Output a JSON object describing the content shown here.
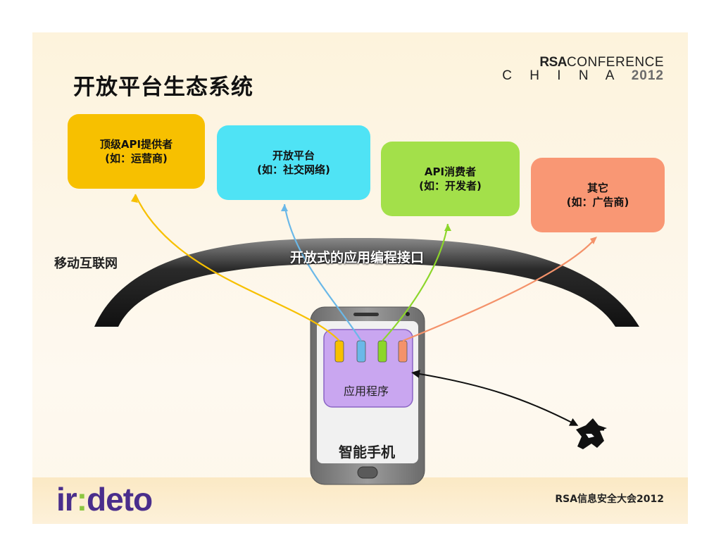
{
  "slide": {
    "title": "开放平台生态系统",
    "brand": {
      "line1_bold": "RSA",
      "line1_rest": "CONFERENCE",
      "line2_letters": "C H I N A",
      "line2_year": "2012"
    },
    "boxes": [
      {
        "line1": "顶级API提供者",
        "line2": "(如：运营商)",
        "color": "#f7c000"
      },
      {
        "line1": "开放平台",
        "line2": "(如：社交网络)",
        "color": "#4fe3f5"
      },
      {
        "line1": "API消费者",
        "line2": "(如：开发者)",
        "color": "#a3e04a"
      },
      {
        "line1": "其它",
        "line2": "(如：广告商)",
        "color": "#f99774"
      }
    ],
    "mobile_internet": "移动互联网",
    "api_arc_label": "开放式的应用编程接口",
    "app_label": "应用程序",
    "phone_label": "智能手机",
    "connector_colors": [
      "#f7c000",
      "#6ab8e8",
      "#8cd62a",
      "#f4926a"
    ],
    "attacker_icon": "spy-hat-icon",
    "footer": {
      "logo_left": "ir",
      "logo_dot": ":",
      "logo_right": "deto",
      "conference": "RSA信息安全大会2012"
    }
  }
}
